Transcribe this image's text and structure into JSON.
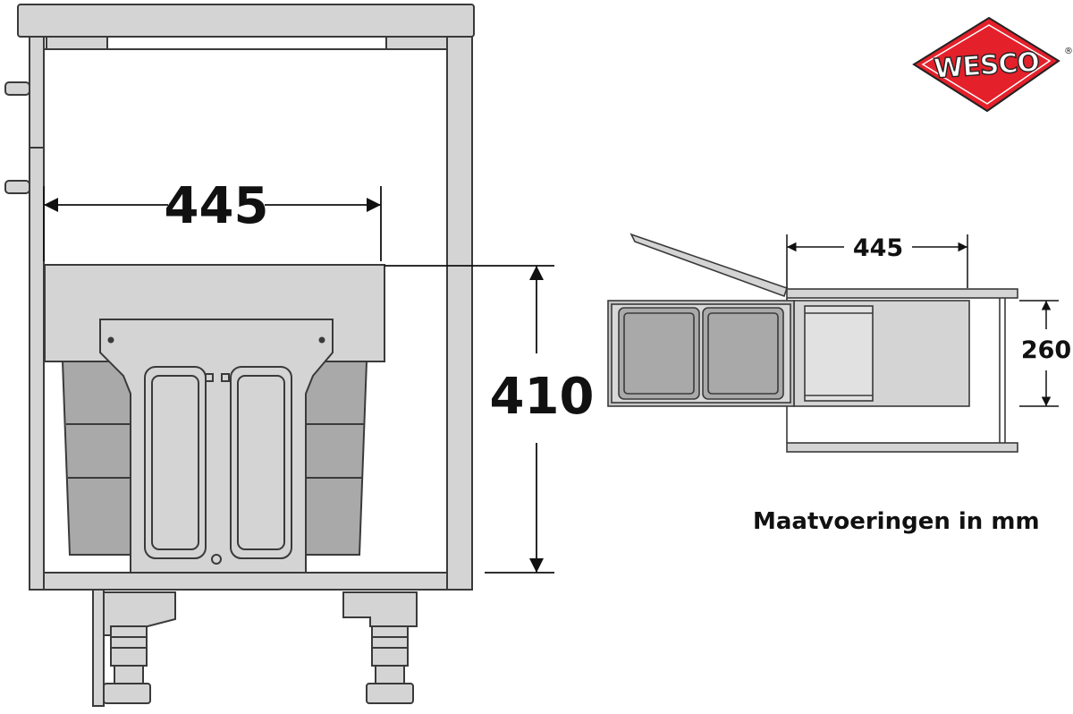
{
  "front_view": {
    "width_label": "445",
    "height_label": "410"
  },
  "top_view": {
    "width_label": "445",
    "depth_label": "260"
  },
  "caption": "Maatvoeringen in mm",
  "logo": {
    "text": "WESCO",
    "registered_mark": "®",
    "colors": {
      "fill": "#e4202a",
      "border": "#222222",
      "text": "#ffffff"
    }
  },
  "colors": {
    "outline": "#3a3a3a",
    "cabinet": "#d4d4d4",
    "bin": "#a9a9a9",
    "frame": "#c6c6c6",
    "dimension": "#111111"
  }
}
